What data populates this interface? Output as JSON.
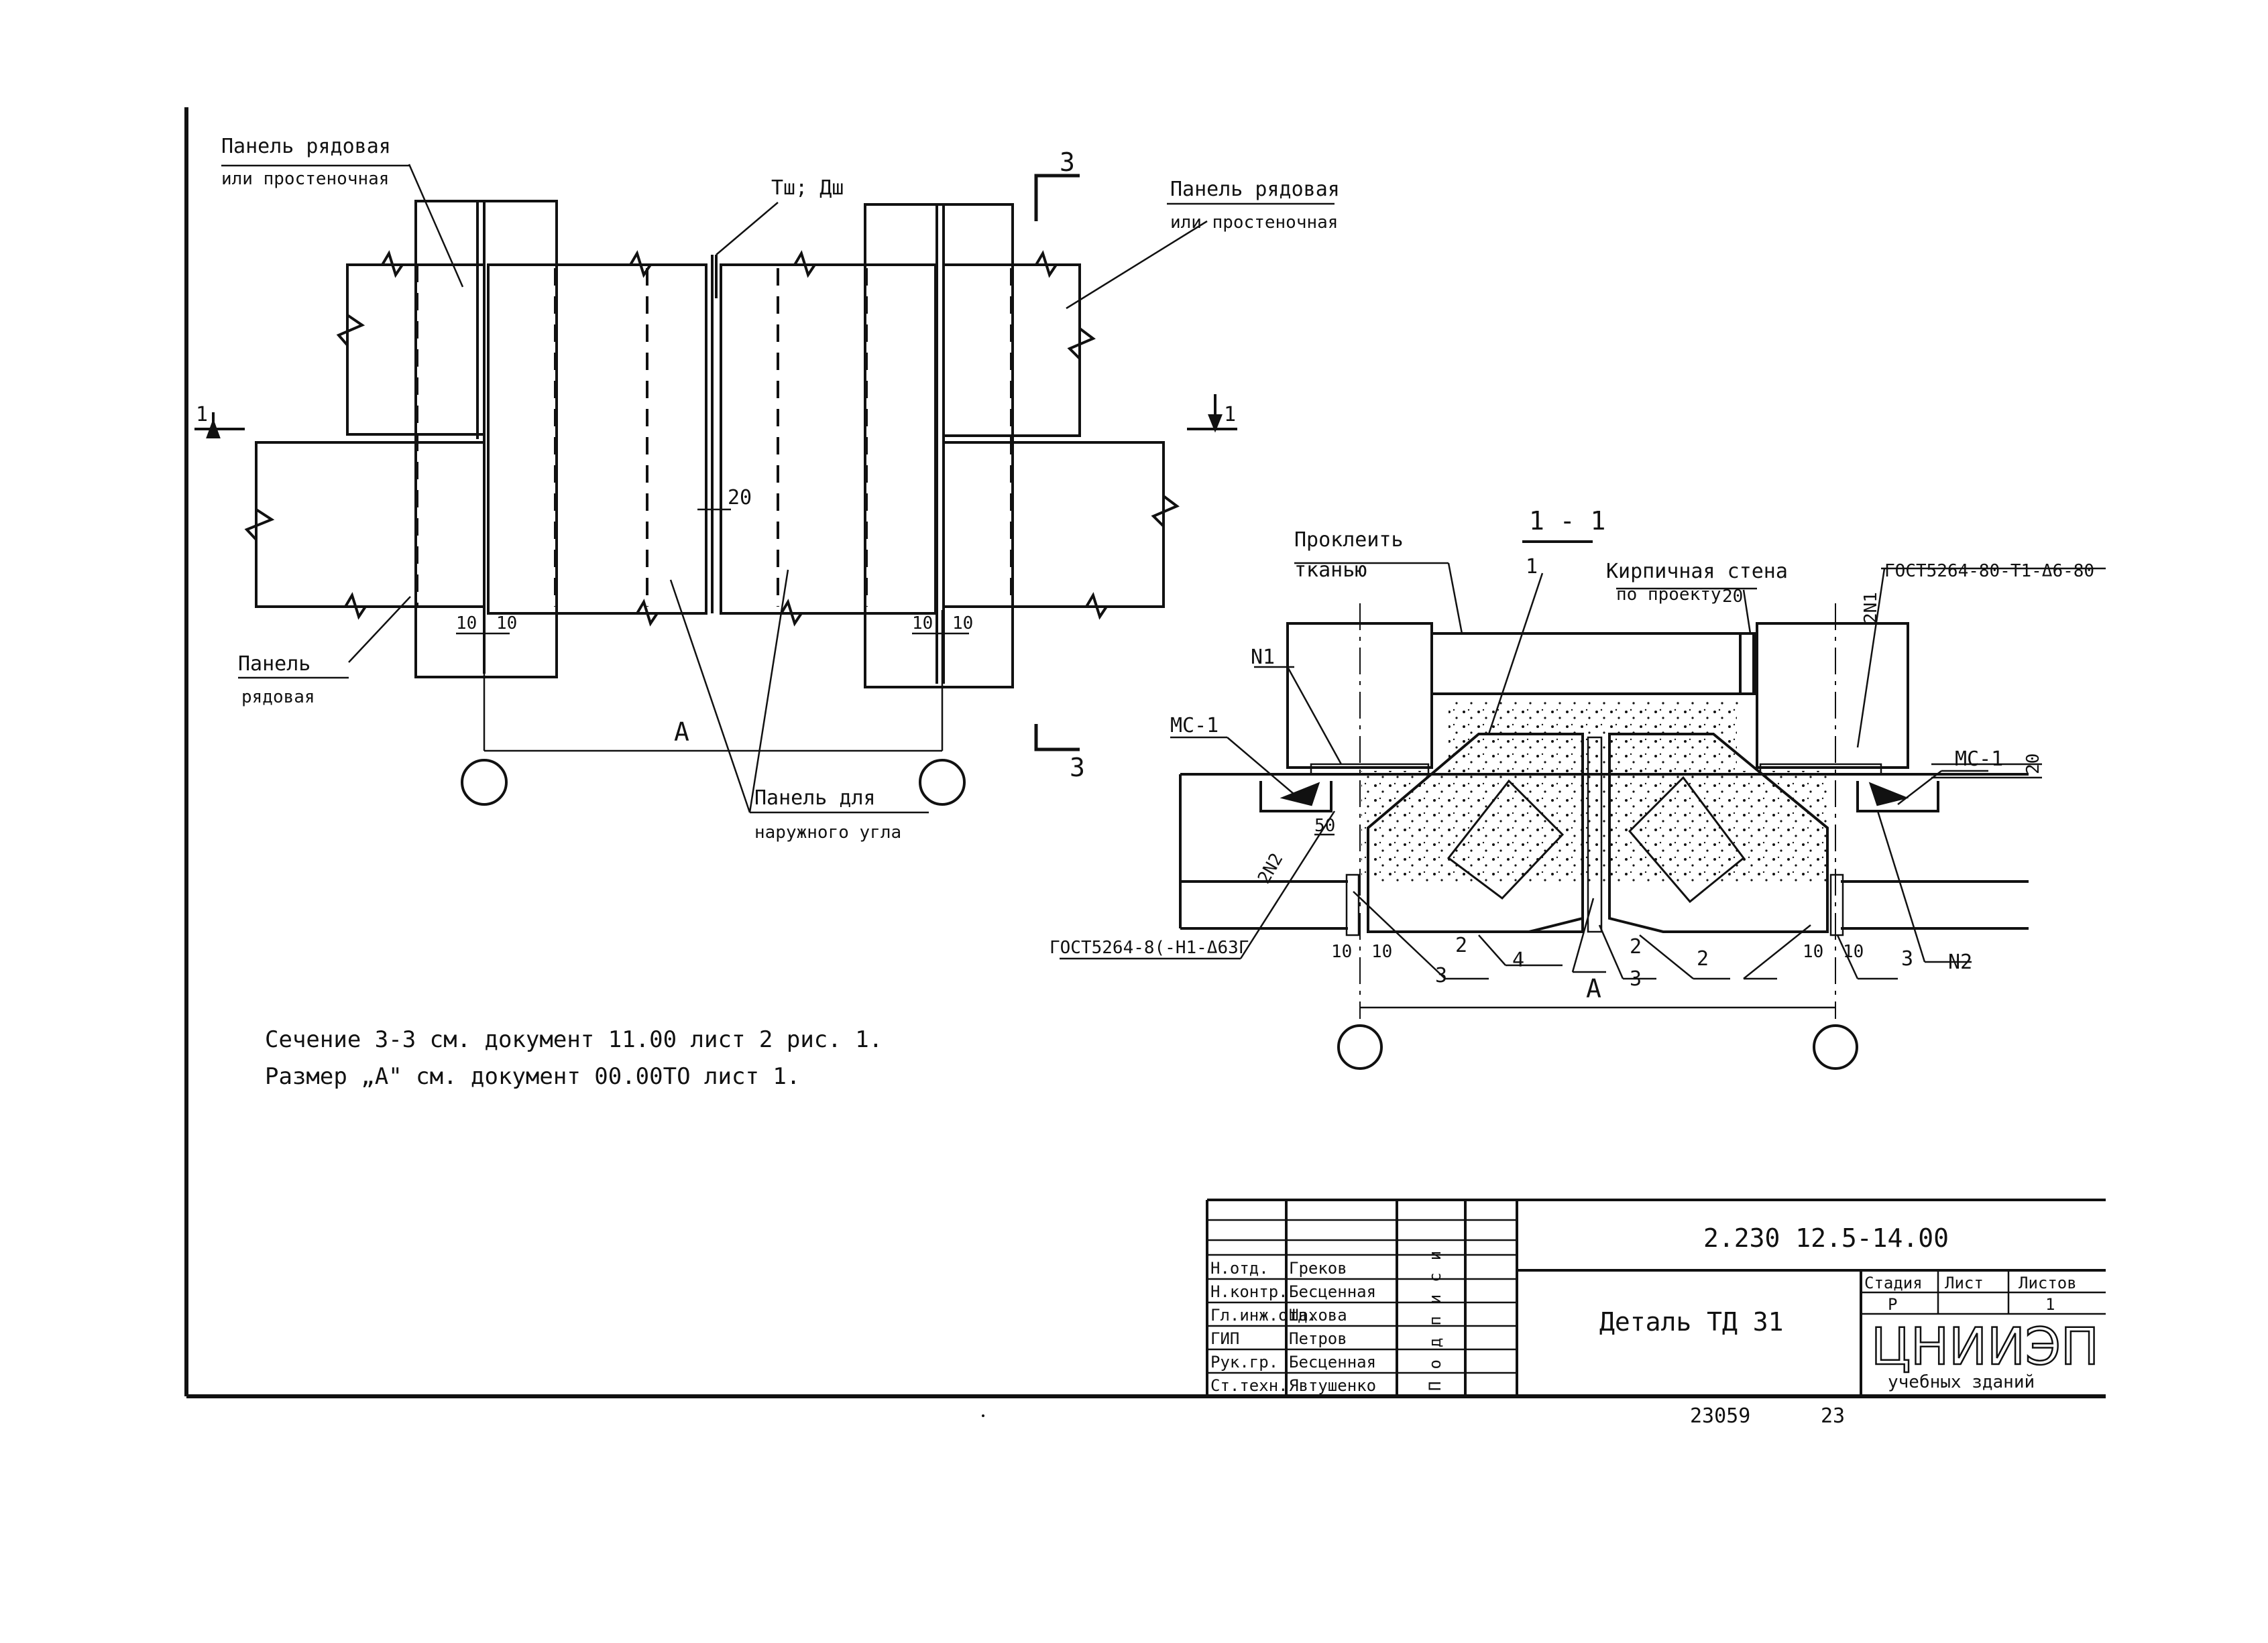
{
  "plan": {
    "label_panel_row_top_left_1": "Панель рядовая",
    "label_panel_row_top_left_2": "или простеночная",
    "label_panel_row_top_right_1": "Панель рядовая",
    "label_panel_row_top_right_2": "или простеночная",
    "label_panel_row_bottom_1": "Панель",
    "label_panel_row_bottom_2": "рядовая",
    "label_corner_panel_1": "Панель для",
    "label_corner_panel_2": "наружного угла",
    "label_tsh": "Тш; Дш",
    "dim_20": "20",
    "dim_10a": "10",
    "dim_10b": "10",
    "dim_10c": "10",
    "dim_10d": "10",
    "dim_A": "А",
    "section_1_left": "1",
    "section_1_right": "1",
    "section_3_top": "3",
    "section_3_bottom": "3"
  },
  "section": {
    "title": "1 - 1",
    "label_glue_1": "Проклеить",
    "label_glue_2": "тканью",
    "label_brick_1": "Кирпичная стена",
    "label_brick_2": "по проекту",
    "label_gost_top": "ГОСТ5264-80-Т1-Δ6-80",
    "label_gost_bottom": "ГОСТ5264-8(-Н1-Δ6ЗГ",
    "label_n1": "N1",
    "label_n2": "N2",
    "label_ms1_left": "МС-1",
    "label_ms1_right": "МС-1",
    "label_2n1": "2N1",
    "label_2n2": "2N2",
    "dim_20_right": "20",
    "dim_20_top": "20",
    "dim_50": "50",
    "dim_10a": "10",
    "dim_10b": "10",
    "dim_10c": "10",
    "dim_10d": "10",
    "dim_A": "А",
    "callout_1": "1",
    "callout_2a": "2",
    "callout_2b": "2",
    "callout_2c": "2",
    "callout_3a": "3",
    "callout_3b": "3",
    "callout_3c": "3",
    "callout_4": "4"
  },
  "notes": {
    "line1": "Сечение 3-3 см. документ 11.00 лист 2 рис. 1.",
    "line2": "Размер „А\" см. документ 00.00ТО лист 1."
  },
  "title_block": {
    "doc_code": "2.230 12.5-14.00",
    "title": "Деталь ТД 31",
    "header_stage": "Стадия",
    "header_sheet": "Лист",
    "header_sheets": "Листов",
    "stage": "Р",
    "sheet": "1",
    "signature_col": "Подписи",
    "org_logo": "ЦНИИЭП",
    "org_name": "учебных зданий",
    "roles": [
      "Н.отд.",
      "Н.контр.",
      "Гл.инж.отд.",
      "ГИП",
      "Рук.гр.",
      "Ст.техн."
    ],
    "names": [
      "Греков",
      "Бесценная",
      "Шахова",
      "Петров",
      "Бесценная",
      "Явтушенко"
    ]
  },
  "footer": {
    "archive_no": "23059",
    "page_no": "23"
  }
}
